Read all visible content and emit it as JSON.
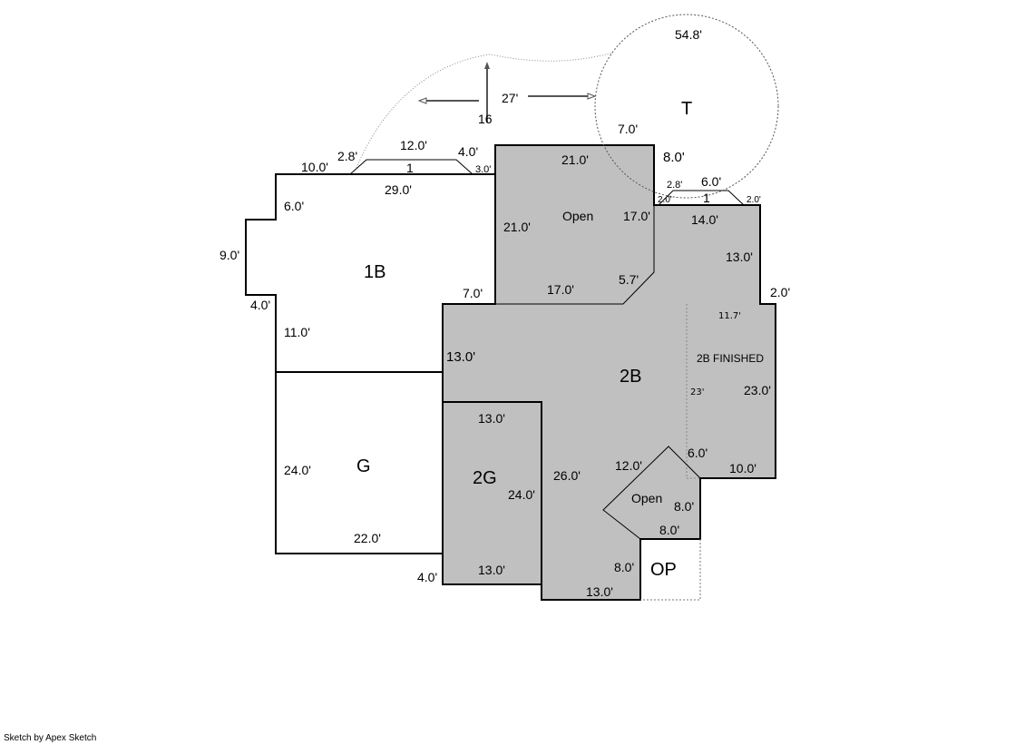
{
  "credit": "Sketch by Apex Sketch",
  "areas": {
    "b1": "1B",
    "g": "G",
    "g2": "2G",
    "b2": "2B",
    "b2_finished": "2B FINISHED",
    "open_top": "Open",
    "open_bottom": "Open",
    "op": "OP",
    "t": "T",
    "bump_left": "1",
    "bump_right": "1"
  },
  "dims": {
    "t_circ": "54.8'",
    "arrow_27": "27'",
    "arrow_16": "16",
    "t_7": "7.0'",
    "t_8": "8.0'",
    "b1_top_10": "10.0'",
    "b1_28": "2.8'",
    "b1_12": "12.0'",
    "b1_4": "4.0'",
    "b1_3": "3.0'",
    "b1_29": "29.0'",
    "b1_6": "6.0'",
    "b1_9": "9.0'",
    "b1_4b": "4.0'",
    "b1_11": "11.0'",
    "b1_7": "7.0'",
    "open_21top": "21.0'",
    "open_21left": "21.0'",
    "open_17right": "17.0'",
    "open_17bot": "17.0'",
    "open_57": "5.7'",
    "r_28": "2.8'",
    "r_6": "6.0'",
    "r_2a": "2.0'",
    "r_2b": "2.0'",
    "r_14": "14.0'",
    "r_13": "13.0'",
    "r_2c": "2.0'",
    "f_117": "11.7'",
    "f_23s": "23'",
    "f_23": "23.0'",
    "f_6": "6.0'",
    "f_10": "10.0'",
    "b2_13": "13.0'",
    "g2_13top": "13.0'",
    "g2_24": "24.0'",
    "g2_13bot": "13.0'",
    "g2_4": "4.0'",
    "g_24": "24.0'",
    "g_22": "22.0'",
    "b2_26": "26.0'",
    "o_12": "12.0'",
    "o_8a": "8.0'",
    "o_8b": "8.0'",
    "op_8": "8.0'",
    "op_13": "13.0'"
  },
  "colors": {
    "fill": "#c0c0c0",
    "line": "#000000"
  }
}
